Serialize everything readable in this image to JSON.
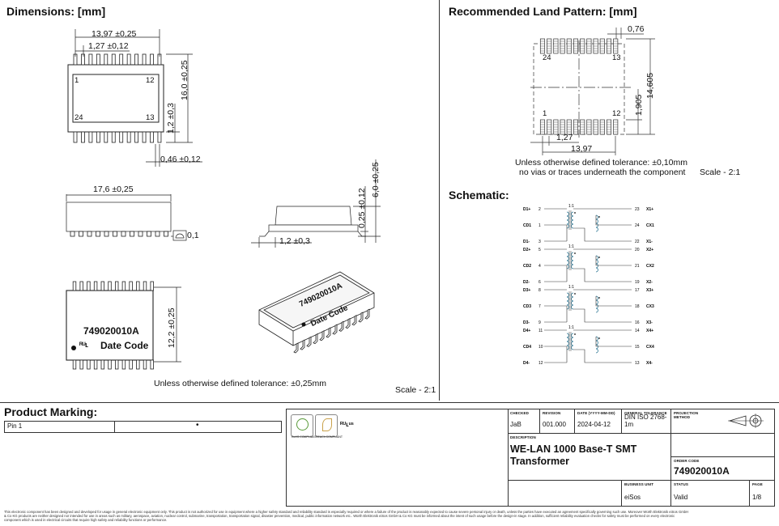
{
  "dimensions": {
    "title": "Dimensions: [mm]",
    "dim_width": "13,97 ±0,25",
    "dim_pitch": "1,27 ±0,12",
    "dim_height": "16,0 ±0,25",
    "dim_lead": "1,2 ±0,3",
    "dim_pad": "0,46 ±0,12",
    "pin1": "1",
    "pin12": "12",
    "pin24": "24",
    "pin13": "13",
    "side_length": "17,6 ±0,25",
    "flatness": "0,1",
    "side_height": "6,0 ±0,25",
    "standoff": "0,25 ±0,12",
    "side_lead": "1,2 ±0,3",
    "top_height": "12,2 ±0,25",
    "part_number_marking": "749020010A",
    "date_code": "Date Code",
    "tolerance_note": "Unless otherwise defined tolerance: ±0,25mm",
    "scale": "Scale - 2:1"
  },
  "land_pattern": {
    "title": "Recommended Land Pattern: [mm]",
    "pad_width": "0,76",
    "pitch": "1,27",
    "row_span": "13,97",
    "pad_length": "1,905",
    "outer_span": "14,605",
    "pin24": "24",
    "pin13": "13",
    "pin1": "1",
    "pin12": "12",
    "note_line1": "Unless otherwise defined tolerance: ±0,10mm",
    "note_line2": "no vias or traces underneath the component",
    "scale": "Scale - 2:1"
  },
  "schematic": {
    "title": "Schematic:",
    "groups": [
      {
        "ratio": "1:1",
        "left": [
          [
            "D1+",
            "2"
          ],
          [
            "CD1",
            "1"
          ],
          [
            "D1-",
            "3"
          ]
        ],
        "right": [
          [
            "23",
            "X1+"
          ],
          [
            "24",
            "CX1"
          ],
          [
            "22",
            "X1-"
          ]
        ]
      },
      {
        "ratio": "1:1",
        "left": [
          [
            "D2+",
            "5"
          ],
          [
            "CD2",
            "4"
          ],
          [
            "D2-",
            "6"
          ]
        ],
        "right": [
          [
            "20",
            "X2+"
          ],
          [
            "21",
            "CX2"
          ],
          [
            "19",
            "X2-"
          ]
        ]
      },
      {
        "ratio": "1:1",
        "left": [
          [
            "D3+",
            "8"
          ],
          [
            "CD3",
            "7"
          ],
          [
            "D3-",
            "9"
          ]
        ],
        "right": [
          [
            "17",
            "X3+"
          ],
          [
            "18",
            "CX3"
          ],
          [
            "16",
            "X3-"
          ]
        ]
      },
      {
        "ratio": "1:1",
        "left": [
          [
            "D4+",
            "11"
          ],
          [
            "CD4",
            "10"
          ],
          [
            "D4-",
            "12"
          ]
        ],
        "right": [
          [
            "14",
            "X4+"
          ],
          [
            "15",
            "CX4"
          ],
          [
            "13",
            "X4-"
          ]
        ]
      }
    ]
  },
  "product_marking": {
    "title": "Product Marking:",
    "row_label": "Pin 1",
    "row_value": "•"
  },
  "title_block": {
    "checked_h": "CHECKED",
    "checked_v": "JaB",
    "revision_h": "REVISION",
    "revision_v": "001.000",
    "date_h": "DATE (YYYY-MM-DD)",
    "date_v": "2024-04-12",
    "tolerance_h": "GENERAL TOLERANCE",
    "tolerance_v": "DIN ISO 2768-1m",
    "projection_h": "PROJECTION METHOD",
    "description_h": "DESCRIPTION",
    "description_line1": "WE-LAN 1000 Base-T SMT",
    "description_line2": "Transformer",
    "order_h": "ORDER CODE",
    "order_v": "749020010A",
    "business_h": "BUSINESS UNIT",
    "business_v": "eiSos",
    "status_h": "STATUS",
    "status_v": "Valid",
    "page_h": "PAGE",
    "page_v": "1/8",
    "rohs_label": "RoHS COMPLIANT",
    "reach_label": "REACh COMPLIANT"
  },
  "disclaimer": {
    "line1": "This electronic component has been designed and developed for usage in general electronic equipment only. This product is not authorized for use in equipment where a higher safety standard and reliability standard is especially required or where a failure of the product is reasonably expected to cause severe personal injury or death, unless the parties have executed an agreement specifically governing such use. Moreover Würth Elektronik eiSos GmbH",
    "line2": "& Co KG products are neither designed nor intended for use in areas such as military, aerospace, aviation, nuclear control, submarine, transportation, transportation signal, disaster prevention, medical, public information network etc.. Würth Elektronik eiSos GmbH & Co KG must be informed about the intent of such usage before the design-in stage. In addition, sufficient reliability evaluation checks for safety must be performed on every electronic",
    "line3": "component which is used in electrical circuits that require high safety and reliability functions or performance."
  }
}
